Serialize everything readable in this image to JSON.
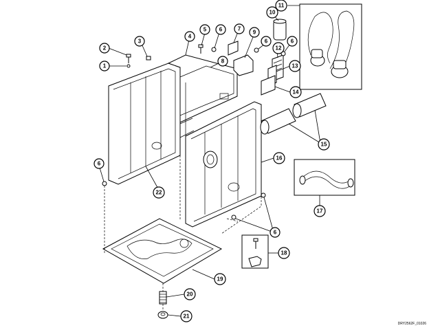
{
  "diagram": {
    "callouts": [
      {
        "id": "c1",
        "label": "1"
      },
      {
        "id": "c2",
        "label": "2"
      },
      {
        "id": "c3",
        "label": "3"
      },
      {
        "id": "c4",
        "label": "4"
      },
      {
        "id": "c5",
        "label": "5"
      },
      {
        "id": "c6a",
        "label": "6"
      },
      {
        "id": "c6b",
        "label": "6"
      },
      {
        "id": "c6c",
        "label": "6"
      },
      {
        "id": "c6d",
        "label": "6"
      },
      {
        "id": "c6e",
        "label": "6"
      },
      {
        "id": "c7",
        "label": "7"
      },
      {
        "id": "c8",
        "label": "8"
      },
      {
        "id": "c9",
        "label": "9"
      },
      {
        "id": "c10",
        "label": "10"
      },
      {
        "id": "c11",
        "label": "11"
      },
      {
        "id": "c12",
        "label": "12"
      },
      {
        "id": "c13",
        "label": "13"
      },
      {
        "id": "c14",
        "label": "14"
      },
      {
        "id": "c15",
        "label": "15"
      },
      {
        "id": "c16",
        "label": "16"
      },
      {
        "id": "c17",
        "label": "17"
      },
      {
        "id": "c18",
        "label": "18"
      },
      {
        "id": "c19",
        "label": "19"
      },
      {
        "id": "c20",
        "label": "20"
      },
      {
        "id": "c21",
        "label": "21"
      },
      {
        "id": "c22",
        "label": "22"
      }
    ],
    "drawing_code": "DRY2562F_01026"
  }
}
